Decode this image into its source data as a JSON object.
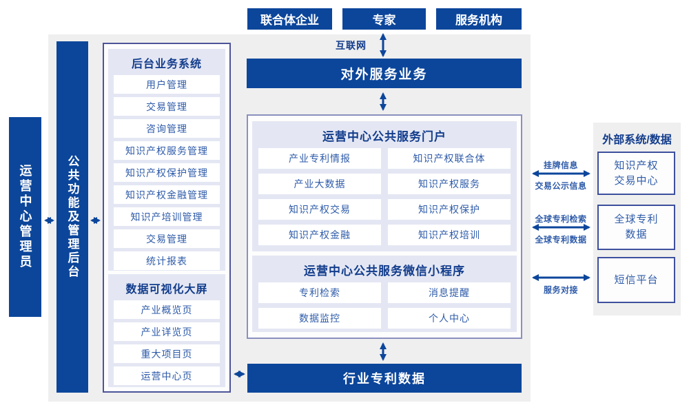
{
  "colors": {
    "accent_blue": "#0c469b",
    "panel_gray": "#efefef",
    "lavender": "#e4e7f3",
    "item_text_blue": "#2e5ba9",
    "title_navy": "#123c8c"
  },
  "top_actors": {
    "actor1": "联合体企业",
    "actor2": "专家",
    "actor3": "服务机构"
  },
  "internet_label": "互联网",
  "external_service_bar": "对外服务业务",
  "industry_data_bar": "行业专利数据",
  "left_bars": {
    "admin": "运营中心管理员",
    "backend": "公共功能及管理后台"
  },
  "backend_system": {
    "title": "后台业务系统",
    "items": [
      "用户管理",
      "交易管理",
      "咨询管理",
      "知识产权服务管理",
      "知识产权保护管理",
      "知识产权金融管理",
      "知识产培训管理",
      "交易管理",
      "统计报表"
    ]
  },
  "dashboard": {
    "title": "数据可视化大屏",
    "items": [
      "产业概览页",
      "产业详览页",
      "重大项目页",
      "运营中心页"
    ]
  },
  "portal": {
    "title": "运营中心公共服务门户",
    "items": [
      "产业专利情报",
      "知识产权联合体",
      "产业大数据",
      "知识产权服务",
      "知识产权交易",
      "知识产权保护",
      "知识产权金融",
      "知识产权培训"
    ]
  },
  "miniprogram": {
    "title": "运营中心公共服务微信小程序",
    "items": [
      "专利检索",
      "消息提醒",
      "数据监控",
      "个人中心"
    ]
  },
  "external_systems": {
    "title": "外部系统/数据",
    "systems": [
      "知识产权\n交易中心",
      "全球专利\n数据",
      "短信平台"
    ]
  },
  "link_labels": {
    "link1_top": "挂牌信息",
    "link1_bottom": "交易公示信息",
    "link2_top": "全球专利检索",
    "link2_bottom": "全球专利数据",
    "link3_bottom": "服务对接"
  }
}
